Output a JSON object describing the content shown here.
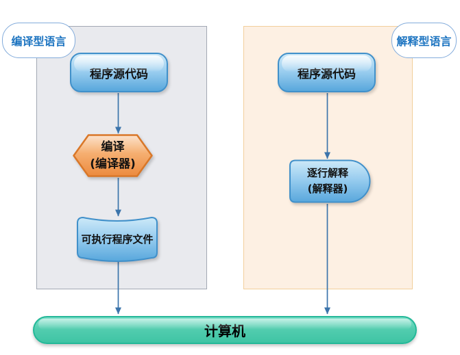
{
  "diagram": {
    "left_lane": {
      "callout": "编译型语言",
      "source_box": "程序源代码",
      "compile_label": "编译",
      "compile_sublabel": "(编译器)",
      "executable_box": "可执行程序文件"
    },
    "right_lane": {
      "callout": "解释型语言",
      "source_box": "程序源代码",
      "interpret_label": "逐行解释",
      "interpret_sublabel": "(解释器)"
    },
    "computer_bar": "计算机"
  },
  "colors": {
    "blue_node_border": "#4090ca",
    "blue_node_top": "#cde9f8",
    "blue_node_bottom": "#58a7dc",
    "orange_node_border": "#d97728",
    "orange_node_top": "#fce3cd",
    "orange_node_bottom": "#ec8a3e",
    "green_bar_border": "#23b898",
    "green_bar_top": "#7fe0ca",
    "green_bar_bottom": "#3fc4a4",
    "arrow": "#3b74ab",
    "left_panel_bg": "#e9eaee",
    "left_panel_border": "#a2a8b3",
    "right_panel_bg": "#fdf0e3",
    "right_panel_border": "#f2cf9b",
    "callout_border": "#82abdb",
    "callout_text": "#1b73c0"
  }
}
